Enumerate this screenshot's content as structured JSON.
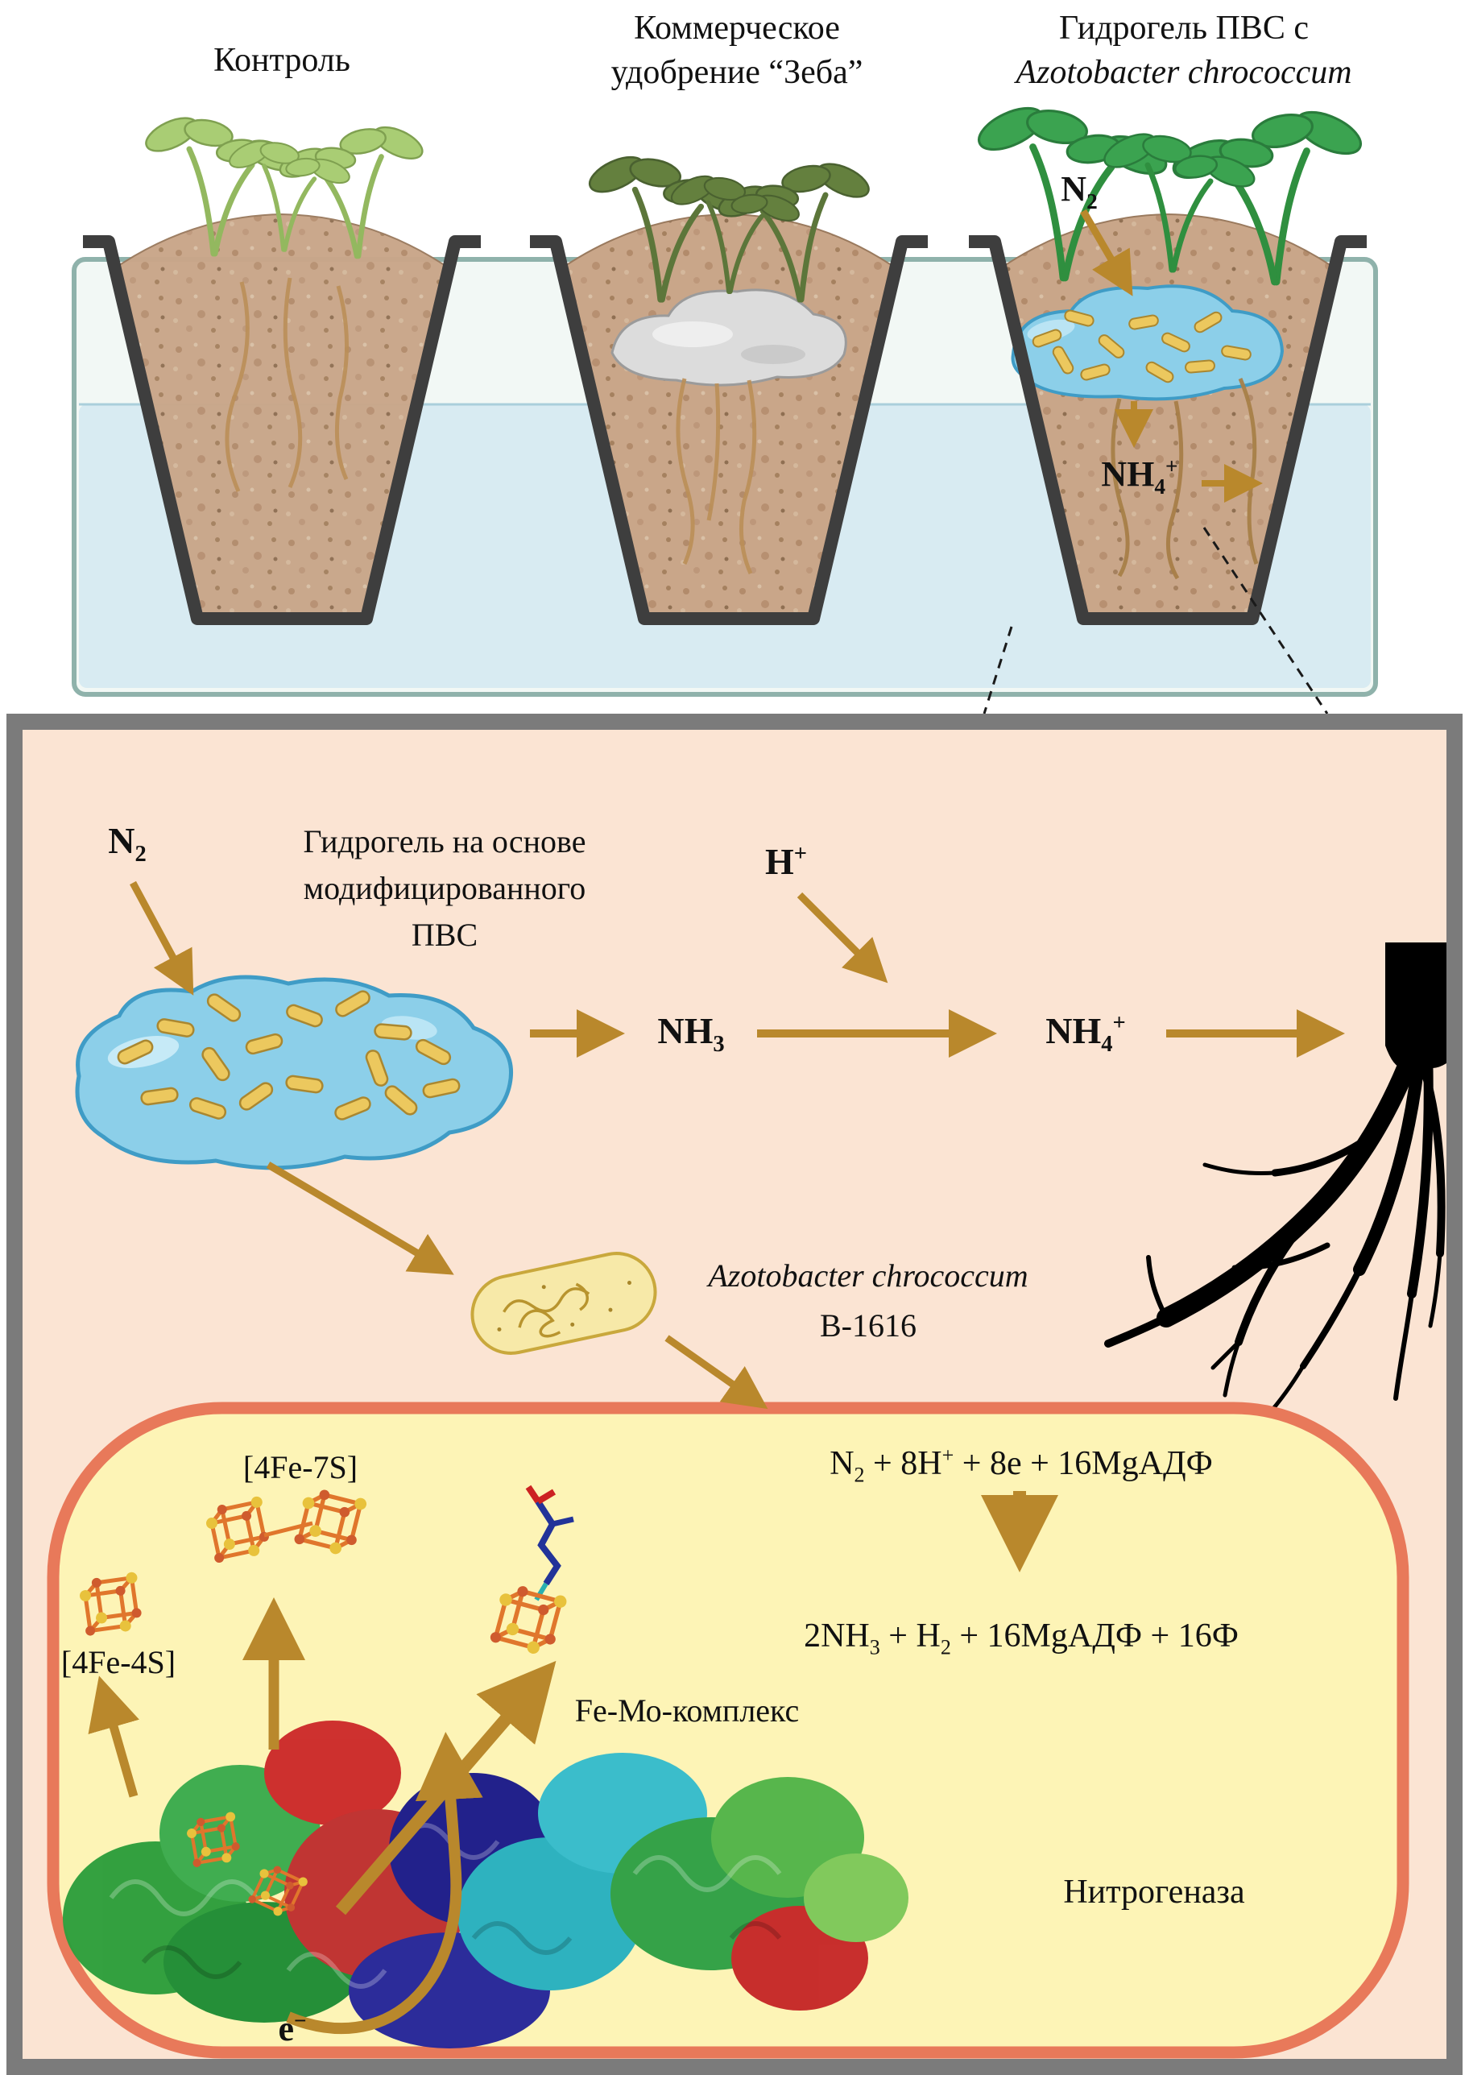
{
  "top": {
    "pot1_label": "Контроль",
    "pot2_label_line1": "Коммерческое",
    "pot2_label_line2": "удобрение “Зеба”",
    "pot3_label_line1": "Гидрогель ПВС с",
    "pot3_label_line2": "Azotobacter chrococcum",
    "n2": [
      [
        "n",
        "N"
      ],
      [
        "sub",
        "2"
      ]
    ],
    "nh4": [
      [
        "n",
        "NH"
      ],
      [
        "sub",
        "4"
      ],
      [
        "sup",
        "+"
      ]
    ]
  },
  "inset": {
    "n2": [
      [
        "n",
        "N"
      ],
      [
        "sub",
        "2"
      ]
    ],
    "hydrogel_caption": [
      "Гидрогель на основе",
      "модифицированного",
      "ПВС"
    ],
    "h_plus": [
      [
        "n",
        "H"
      ],
      [
        "sup",
        "+"
      ]
    ],
    "nh3": [
      [
        "n",
        "NH"
      ],
      [
        "sub",
        "3"
      ]
    ],
    "nh4": [
      [
        "n",
        "NH"
      ],
      [
        "sub",
        "4"
      ],
      [
        "sup",
        "+"
      ]
    ],
    "bacterium_name": "Azotobacter chrococcum",
    "bacterium_strain": "В-1616",
    "cell": {
      "cluster_4fe7s": "[4Fe-7S]",
      "cluster_4fe4s": "[4Fe-4S]",
      "femo_label": "Fe-Мо-комплекс",
      "eq_top": [
        [
          "n",
          "N"
        ],
        [
          "sub",
          "2"
        ],
        [
          "n",
          " + 8H"
        ],
        [
          "sup",
          "+"
        ],
        [
          "n",
          " + 8e + 16MgАДФ"
        ]
      ],
      "eq_bottom": [
        [
          "n",
          "2NH"
        ],
        [
          "sub",
          "3"
        ],
        [
          "n",
          " + H"
        ],
        [
          "sub",
          "2"
        ],
        [
          "n",
          " + 16MgАДФ + 16Ф"
        ]
      ],
      "enzyme_label": "Нитрогеназа",
      "electron": [
        [
          "n",
          "e"
        ],
        [
          "sup",
          "−"
        ]
      ]
    }
  },
  "colors": {
    "arrow_gold": "#b9882c",
    "hydrogel_blue": "#8ccfe9",
    "bacteria_yellow": "#ecc85e",
    "cell_fill": "#fdf4b6",
    "cell_border": "#e8795a",
    "inset_bg": "#fbe4d3",
    "pot_outline": "#3e3e3e",
    "soil": "#c9a689"
  }
}
